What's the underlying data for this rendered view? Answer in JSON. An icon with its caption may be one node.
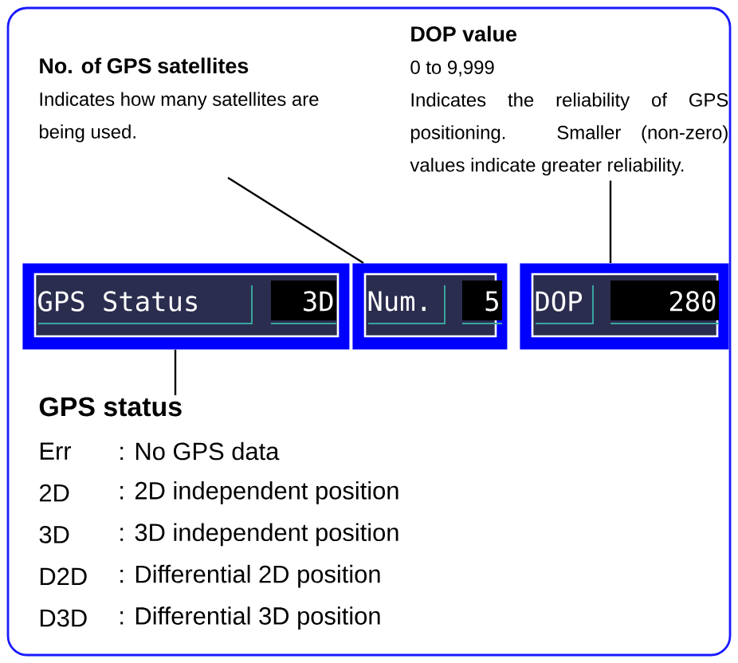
{
  "diagram": {
    "nodes": [
      {
        "text": [
          "No. of GPS satellites",
          "Indicates how many satellites are being used."
        ]
      },
      {
        "text": [
          "DOP value",
          "0 to 9,999",
          "Indicates the reliability of GPS positioning. Smaller (non-zero) values indicate greater reliability."
        ]
      },
      {
        "text": [
          "GPS Status",
          "3D"
        ]
      },
      {
        "text": [
          "Num.",
          "5"
        ]
      },
      {
        "text": [
          "DOP",
          "280"
        ]
      },
      {
        "text": [
          "GPS status"
        ]
      }
    ],
    "edges": [
      {
        "from": 0,
        "to": 3,
        "arrow": "none"
      },
      {
        "from": 1,
        "to": 4,
        "arrow": "none"
      },
      {
        "from": 5,
        "to": 2,
        "arrow": "none"
      }
    ],
    "labels": [
      "Err",
      ": No GPS data",
      "2D",
      ": 2D independent position",
      "3D",
      ": 3D independent position",
      "D2D",
      ": Differential 2D position",
      "D3D",
      ": Differential 3D position"
    ]
  }
}
